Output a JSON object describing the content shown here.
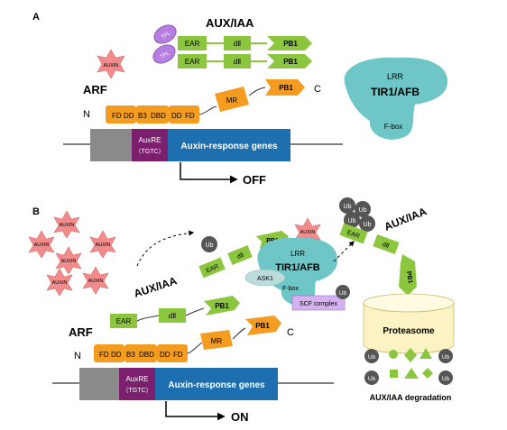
{
  "panel_a": {
    "label": "A",
    "aux_iaa_title": "AUX/IAA",
    "tpl": "TPL",
    "ear": "EAR",
    "d2": "dⅡ",
    "pb1": "PB1",
    "auxin": "AUXIN",
    "arf": "ARF",
    "n": "N",
    "c": "C",
    "fd": "FD",
    "dd": "DD",
    "b3": "B3",
    "dbd": "DBD",
    "mr": "MR",
    "lrr": "LRR",
    "tir1": "TIR1/AFB",
    "fbox": "F-box",
    "auxre": "AuxRE",
    "tgtc": "（TGTC）",
    "genes": "Auxin-response genes",
    "off": "OFF"
  },
  "panel_b": {
    "label": "B",
    "auxin": "AUXIN",
    "ub": "Ub",
    "aux_iaa": "AUX/IAA",
    "aux_iaa_right": "AUX/IAA",
    "ask1": "ASK1",
    "lrr": "LRR",
    "tir1": "TIR1/AFB",
    "fbox": "F-box",
    "scf": "SCF complex",
    "proteasome": "Proteasome",
    "degradation": "AUX/IAA degradation",
    "arf": "ARF",
    "n": "N",
    "c": "C",
    "fd": "FD",
    "dd": "DD",
    "b3": "B3",
    "dbd": "DBD",
    "mr": "MR",
    "ear": "EAR",
    "d2": "dⅡ",
    "pb1": "PB1",
    "auxre": "AuxRE",
    "tgtc": "（TGTC）",
    "genes": "Auxin-response genes",
    "on": "ON"
  },
  "colors": {
    "green": "#8cc63f",
    "orange": "#f39c1f",
    "purple_domain": "#b57ee0",
    "auxre": "#7b1f6e",
    "gene_blue": "#1e6fb0",
    "gray_box": "#8a8a8a",
    "tir1": "#6ec6c6",
    "auxin_star": "#f28b8b",
    "ub": "#555555",
    "scf": "#d4b3f0",
    "proteasome": "#fbf3c4"
  }
}
